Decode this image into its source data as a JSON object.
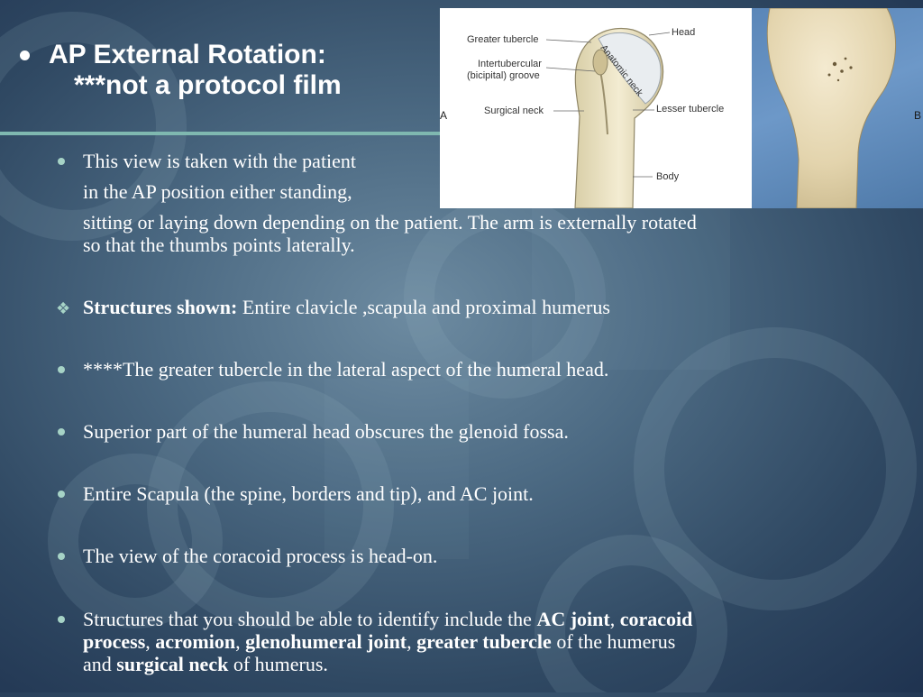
{
  "title": {
    "line1": "AP External Rotation:",
    "line2": "***not a protocol film"
  },
  "figure": {
    "panel_a_letter": "A",
    "panel_b_letter": "B",
    "labels": {
      "greater_tubercle": "Greater tubercle",
      "intertubercular_1": "Intertubercular",
      "intertubercular_2": "(bicipital) groove",
      "surgical_neck": "Surgical neck",
      "head": "Head",
      "anatomic_neck": "Anatomic neck",
      "lesser_tubercle": "Lesser tubercle",
      "body": "Body"
    }
  },
  "intro": {
    "line1": "This view is taken with the patient",
    "line2": "in the AP position either standing,",
    "line3": "sitting or laying down depending on the patient. The arm is externally rotated",
    "line4": "so that the thumbs points laterally."
  },
  "structures": {
    "label": "Structures shown:",
    "text": " Entire clavicle ,scapula and proximal humerus"
  },
  "bullets": {
    "b1": "****The greater tubercle in the lateral aspect of the humeral head.",
    "b2": "Superior part of the humeral head obscures the glenoid fossa.",
    "b3": "Entire Scapula (the spine, borders and tip), and AC joint.",
    "b4": "The view of the coracoid process is head-on."
  },
  "final": {
    "t1": "Structures that you should be able to identify include the ",
    "k1": "AC joint",
    "s1": ", ",
    "k2": "coracoid",
    "k3": "process",
    "s2": ", ",
    "k4": "acromion",
    "s3": ", ",
    "k5": "glenohumeral joint",
    "s4": ", ",
    "k6": "greater tubercle",
    "t2": " of the humerus",
    "t3": "and ",
    "k7": "surgical neck",
    "t4": " of humerus."
  },
  "colors": {
    "rule": "#7fb8b0",
    "bullet": "#a6d3c6",
    "text": "#ffffff"
  }
}
